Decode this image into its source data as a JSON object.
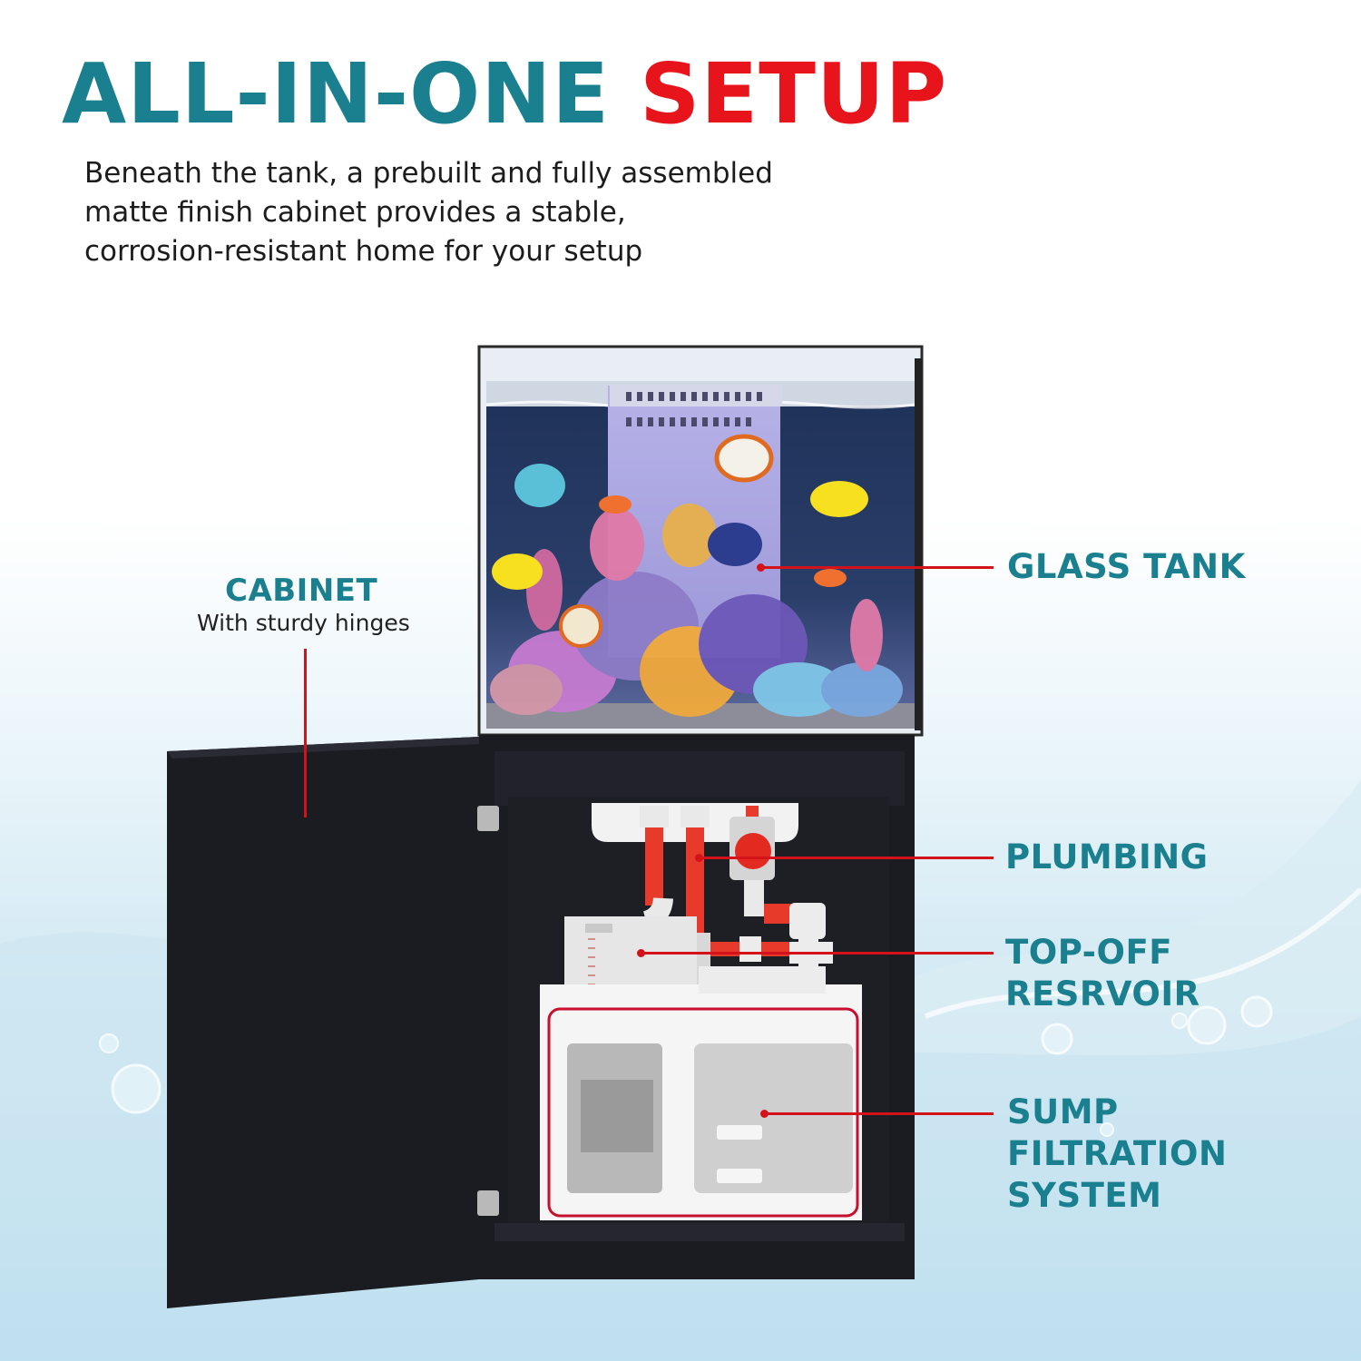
{
  "headline": {
    "part1": "ALL-IN-ONE",
    "part2": "SETUP"
  },
  "subtitle": {
    "line1": "Beneath the tank, a prebuilt and fully assembled",
    "line2": "matte finish cabinet provides a stable,",
    "line3": "corrosion-resistant home for your setup"
  },
  "callouts": {
    "cabinet": {
      "title": "CABINET",
      "subtitle": "With sturdy hinges"
    },
    "glass_tank": {
      "title": "GLASS TANK"
    },
    "plumbing": {
      "title": "PLUMBING"
    },
    "top_off": {
      "line1": "TOP-OFF",
      "line2": "RESRVOIR"
    },
    "sump": {
      "line1": "SUMP",
      "line2": "FILTRATION",
      "line3": "SYSTEM"
    }
  },
  "colors": {
    "teal": "#1a7f8e",
    "red": "#e8141b",
    "cabinet": "#1b1c22",
    "leader": "#d31219"
  }
}
